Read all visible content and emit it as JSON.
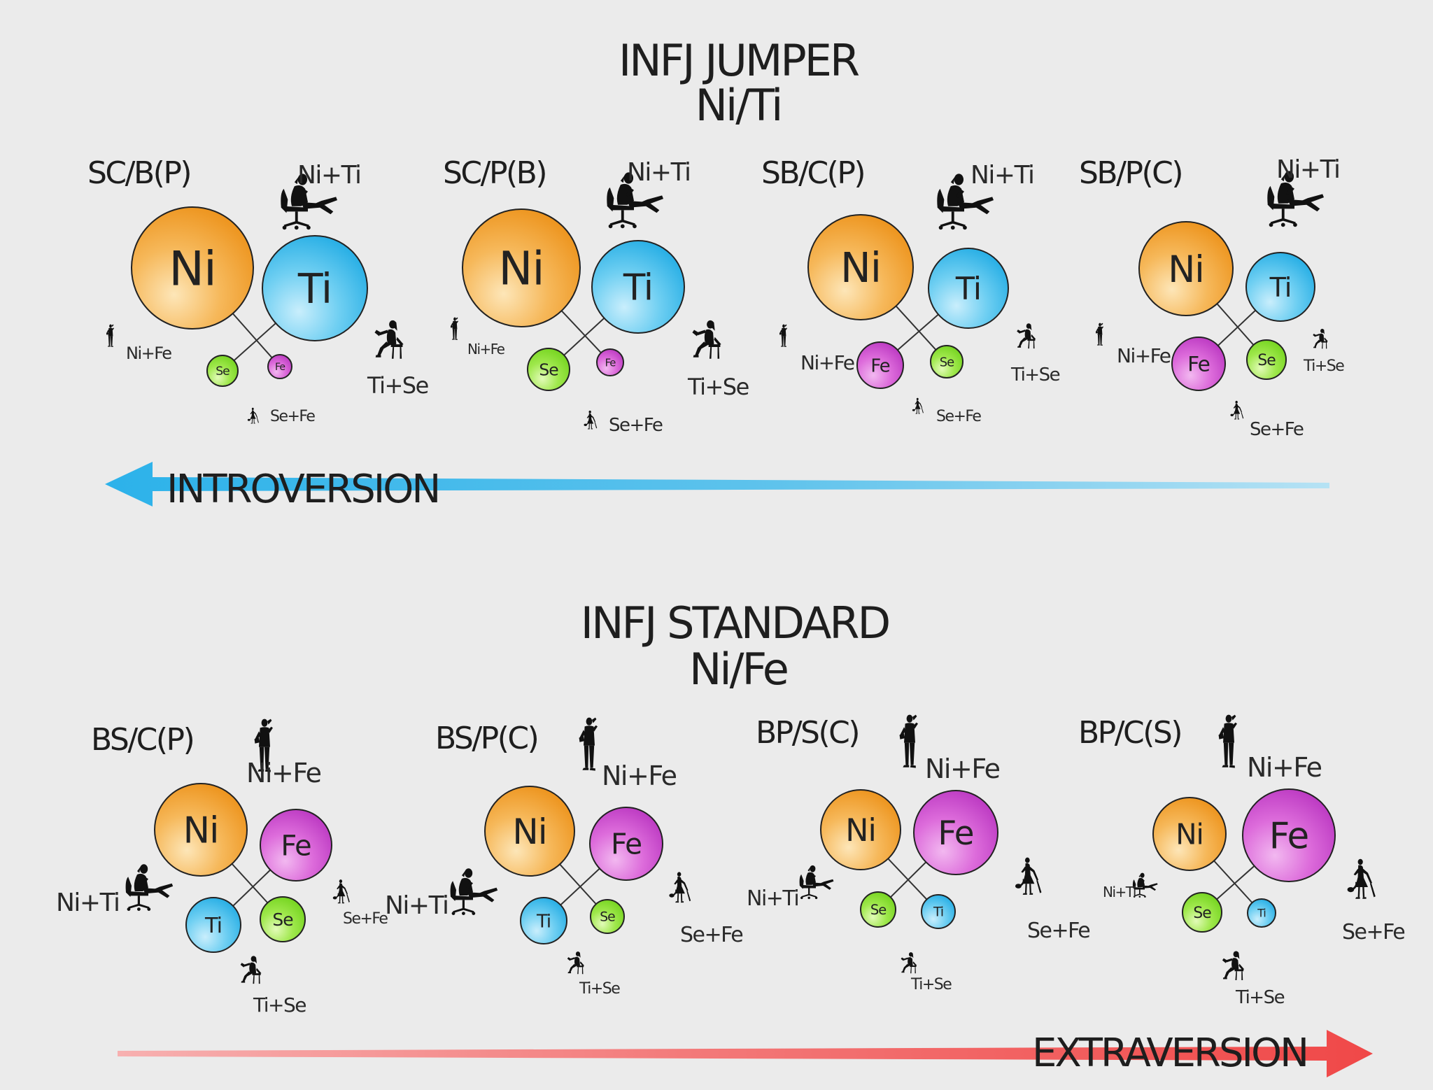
{
  "titles": {
    "jumper_line1": "INFJ JUMPER",
    "jumper_line2": "Ni/Ti",
    "standard_line1": "INFJ STANDARD",
    "standard_line2": "Ni/Fe"
  },
  "axes": {
    "introversion": "INTROVERSION",
    "extraversion": "EXTRAVERSION"
  },
  "colors": {
    "background": "#ebebeb",
    "Ni": "#f0a020",
    "Ti": "#1aaee6",
    "Fe": "#c43cc8",
    "Se": "#78d81e",
    "introversion_arrow": "#2bb3ea",
    "extraversion_arrow": "#f15050"
  },
  "icons": {
    "Ni+Ti": "reclining-chair-person-icon",
    "Ni+Fe": "standing-phone-person-icon",
    "Ti+Se": "sitting-reading-person-icon",
    "Se+Fe": "cleaning-person-icon"
  },
  "diagrams": [
    {
      "label": "SC/B(P)",
      "circles": [
        {
          "fn": "Ni",
          "size": 1.0
        },
        {
          "fn": "Ti",
          "size": 0.87
        },
        {
          "fn": "Se",
          "size": 0.32
        },
        {
          "fn": "Fe",
          "size": 0.24
        }
      ],
      "roles": [
        "Ni+Ti",
        "Ni+Fe",
        "Ti+Se",
        "Se+Fe"
      ]
    },
    {
      "label": "SC/P(B)",
      "circles": [
        {
          "fn": "Ni",
          "size": 0.97
        },
        {
          "fn": "Ti",
          "size": 0.77
        },
        {
          "fn": "Se",
          "size": 0.42
        },
        {
          "fn": "Fe",
          "size": 0.28
        }
      ],
      "roles": [
        "Ni+Ti",
        "Ni+Fe",
        "Ti+Se",
        "Se+Fe"
      ]
    },
    {
      "label": "SB/C(P)",
      "circles": [
        {
          "fn": "Ni",
          "size": 0.9
        },
        {
          "fn": "Ti",
          "size": 0.67
        },
        {
          "fn": "Fe",
          "size": 0.48
        },
        {
          "fn": "Se",
          "size": 0.33
        }
      ],
      "roles": [
        "Ni+Ti",
        "Ni+Fe",
        "Ti+Se",
        "Se+Fe"
      ]
    },
    {
      "label": "SB/P(C)",
      "circles": [
        {
          "fn": "Ni",
          "size": 0.8
        },
        {
          "fn": "Ti",
          "size": 0.58
        },
        {
          "fn": "Fe",
          "size": 0.56
        },
        {
          "fn": "Se",
          "size": 0.42
        }
      ],
      "roles": [
        "Ni+Ti",
        "Ni+Fe",
        "Ti+Se",
        "Se+Fe"
      ]
    },
    {
      "label": "BS/C(P)",
      "circles": [
        {
          "fn": "Ni",
          "size": 0.78
        },
        {
          "fn": "Fe",
          "size": 0.6
        },
        {
          "fn": "Ti",
          "size": 0.46
        },
        {
          "fn": "Se",
          "size": 0.38
        }
      ],
      "roles": [
        "Ni+Fe",
        "Ni+Ti",
        "Se+Fe",
        "Ti+Se"
      ]
    },
    {
      "label": "BS/P(C)",
      "circles": [
        {
          "fn": "Ni",
          "size": 0.76
        },
        {
          "fn": "Fe",
          "size": 0.62
        },
        {
          "fn": "Ti",
          "size": 0.4
        },
        {
          "fn": "Se",
          "size": 0.29
        }
      ],
      "roles": [
        "Ni+Fe",
        "Ni+Ti",
        "Se+Fe",
        "Ti+Se"
      ]
    },
    {
      "label": "BP/S(C)",
      "circles": [
        {
          "fn": "Ni",
          "size": 0.67
        },
        {
          "fn": "Fe",
          "size": 0.72
        },
        {
          "fn": "Se",
          "size": 0.29
        },
        {
          "fn": "Ti",
          "size": 0.29
        }
      ],
      "roles": [
        "Ni+Fe",
        "Ni+Ti",
        "Se+Fe",
        "Ti+Se"
      ]
    },
    {
      "label": "BP/C(S)",
      "circles": [
        {
          "fn": "Ni",
          "size": 0.62
        },
        {
          "fn": "Fe",
          "size": 0.8
        },
        {
          "fn": "Se",
          "size": 0.33
        },
        {
          "fn": "Ti",
          "size": 0.24
        }
      ],
      "roles": [
        "Ni+Fe",
        "Ni+Ti",
        "Se+Fe",
        "Ti+Se"
      ]
    }
  ]
}
